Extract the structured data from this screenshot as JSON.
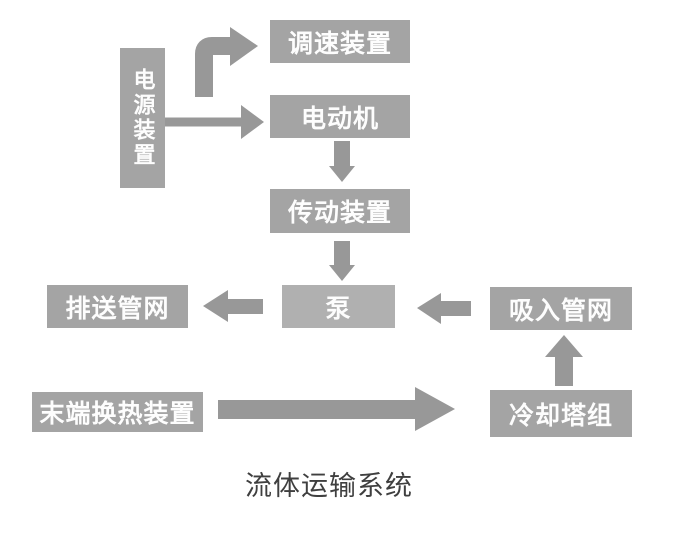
{
  "title": "流体运输系统",
  "nodes": {
    "power_supply": "电源装置",
    "speed_control": "调速装置",
    "motor": "电动机",
    "transmission": "传动装置",
    "pump": "泵",
    "discharge_network": "排送管网",
    "suction_network": "吸入管网",
    "terminal_heat_exchange": "末端换热装置",
    "cooling_tower": "冷却塔组"
  },
  "colors": {
    "background": "#ffffff",
    "box_fill": "#a4a4a4",
    "pump_fill": "#b0b0b0",
    "arrow_fill": "#989898",
    "box_text": "#fdfdfd",
    "title_text": "#3f3f3f"
  }
}
